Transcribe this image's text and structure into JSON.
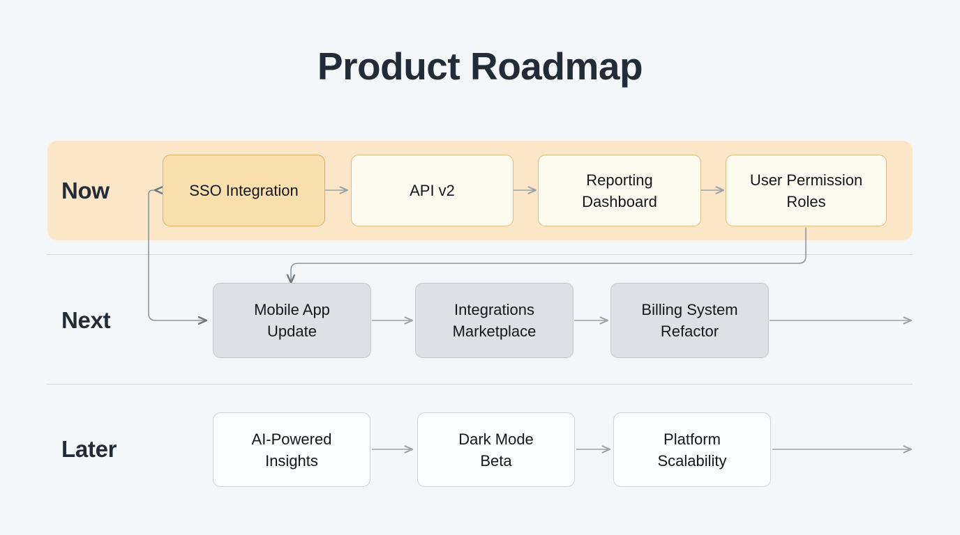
{
  "title": "Product Roadmap",
  "theme": {
    "background": "#f4f7f9",
    "title_color": "#222b36",
    "band_now_bg": "#fbe7c8",
    "node_now_bg": "#fdfaf0",
    "node_now_border": "#dcbc80",
    "node_now_active_bg": "#f9dfad",
    "node_now_active_border": "#dfb261",
    "node_next_bg": "#dde0e4",
    "node_next_border": "#c3c8ce",
    "node_later_bg": "#fbfcfd",
    "node_later_border": "#ccd2d8",
    "connector_color": "#9aa3ab",
    "separator_color": "#d3d9de"
  },
  "rows": [
    {
      "id": "now",
      "label": "Now",
      "highlighted": true,
      "nodes": [
        {
          "label": "SSO Integration",
          "active": true
        },
        {
          "label": "API v2",
          "active": false
        },
        {
          "label": "Reporting\nDashboard",
          "line1": "Reporting",
          "line2": "Dashboard",
          "active": false
        },
        {
          "label": "User Permission\nRoles",
          "line1": "User Permission",
          "line2": "Roles",
          "active": false
        }
      ]
    },
    {
      "id": "next",
      "label": "Next",
      "highlighted": false,
      "nodes": [
        {
          "label": "Mobile App\nUpdate",
          "line1": "Mobile App",
          "line2": "Update"
        },
        {
          "label": "Integrations\nMarketplace",
          "line1": "Integrations",
          "line2": "Marketplace"
        },
        {
          "label": "Billing System\nRefactor",
          "line1": "Billing System",
          "line2": "Refactor"
        }
      ]
    },
    {
      "id": "later",
      "label": "Later",
      "highlighted": false,
      "nodes": [
        {
          "label": "AI-Powered\nInsights",
          "line1": "AI-Powered",
          "line2": "Insights"
        },
        {
          "label": "Dark Mode\nBeta",
          "line1": "Dark Mode",
          "line2": "Beta"
        },
        {
          "label": "Platform\nScalability",
          "line1": "Platform",
          "line2": "Scalability"
        }
      ]
    }
  ]
}
